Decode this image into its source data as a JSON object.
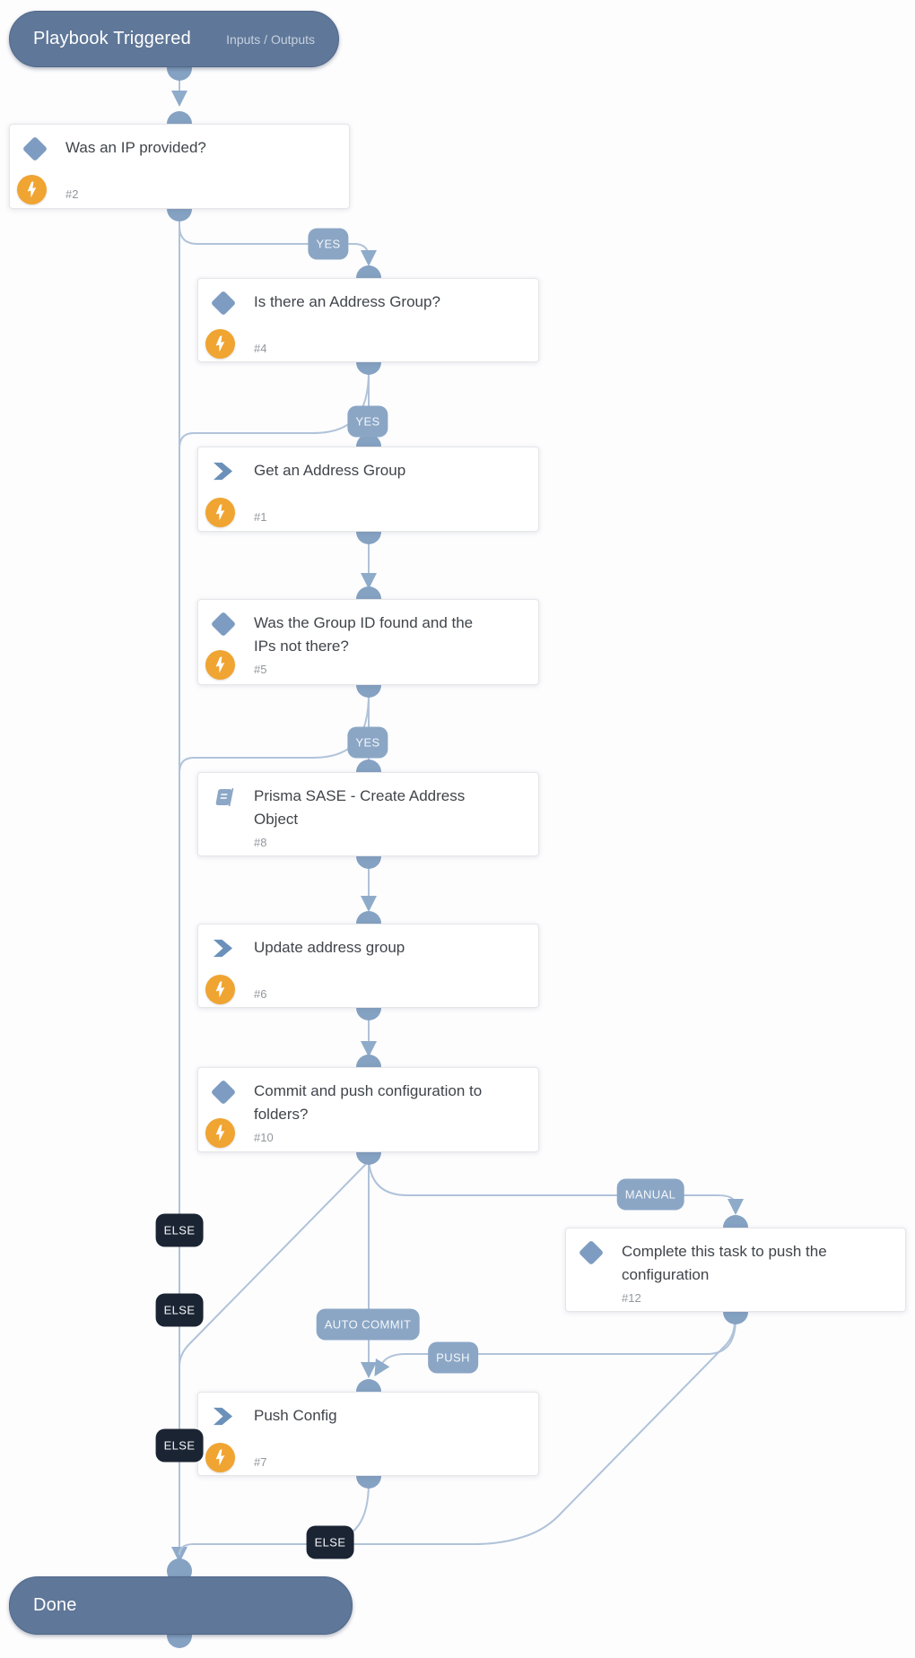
{
  "trigger": {
    "title": "Playbook Triggered",
    "link_label": "Inputs / Outputs"
  },
  "terminator": {
    "title": "Done"
  },
  "tasks": [
    {
      "num": "#2",
      "title": "Was an IP provided?",
      "kind": "condition",
      "automation": true
    },
    {
      "num": "#4",
      "title": "Is there an Address Group?",
      "kind": "condition",
      "automation": true
    },
    {
      "num": "#1",
      "title": "Get an Address Group",
      "kind": "action",
      "automation": true
    },
    {
      "num": "#5",
      "title": "Was the Group ID found and the IPs not there?",
      "kind": "condition",
      "automation": true
    },
    {
      "num": "#8",
      "title": "Prisma SASE - Create Address Object",
      "kind": "sub-playbook",
      "automation": false
    },
    {
      "num": "#6",
      "title": "Update address group",
      "kind": "action",
      "automation": true
    },
    {
      "num": "#10",
      "title": "Commit and push configuration to folders?",
      "kind": "condition",
      "automation": true
    },
    {
      "num": "#12",
      "title": "Complete this task to push the configuration",
      "kind": "condition",
      "automation": false
    },
    {
      "num": "#7",
      "title": "Push Config",
      "kind": "action",
      "automation": true
    }
  ],
  "badges": [
    {
      "label": "YES"
    },
    {
      "label": "YES"
    },
    {
      "label": "YES"
    },
    {
      "label": "MANUAL"
    },
    {
      "label": "ELSE"
    },
    {
      "label": "ELSE"
    },
    {
      "label": "AUTO COMMIT"
    },
    {
      "label": "PUSH"
    },
    {
      "label": "ELSE"
    },
    {
      "label": "ELSE"
    }
  ],
  "edges": [
    {
      "from": "Playbook Triggered",
      "to": "#2",
      "label": ""
    },
    {
      "from": "#2",
      "to": "#4",
      "label": "YES"
    },
    {
      "from": "#2",
      "to": "Done",
      "label": "ELSE"
    },
    {
      "from": "#4",
      "to": "#1",
      "label": "YES"
    },
    {
      "from": "#4",
      "to": "Done",
      "label": "ELSE"
    },
    {
      "from": "#1",
      "to": "#5",
      "label": ""
    },
    {
      "from": "#5",
      "to": "#8",
      "label": "YES"
    },
    {
      "from": "#5",
      "to": "Done",
      "label": "ELSE"
    },
    {
      "from": "#8",
      "to": "#6",
      "label": ""
    },
    {
      "from": "#6",
      "to": "#10",
      "label": ""
    },
    {
      "from": "#10",
      "to": "#12",
      "label": "MANUAL"
    },
    {
      "from": "#10",
      "to": "#7",
      "label": "AUTO COMMIT"
    },
    {
      "from": "#10",
      "to": "Done",
      "label": "ELSE"
    },
    {
      "from": "#12",
      "to": "#7",
      "label": "PUSH"
    },
    {
      "from": "#12",
      "to": "Done",
      "label": "ELSE"
    },
    {
      "from": "#7",
      "to": "Done",
      "label": ""
    }
  ],
  "colors": {
    "pill": "#5f7798",
    "edge_line": "#b0c3d9",
    "connector": "#85a2c3",
    "badge_light": "#8ba6c5",
    "badge_dark": "#1b2433",
    "icon_blue": "#7e9cc2",
    "automation_orange": "#f0a431"
  }
}
